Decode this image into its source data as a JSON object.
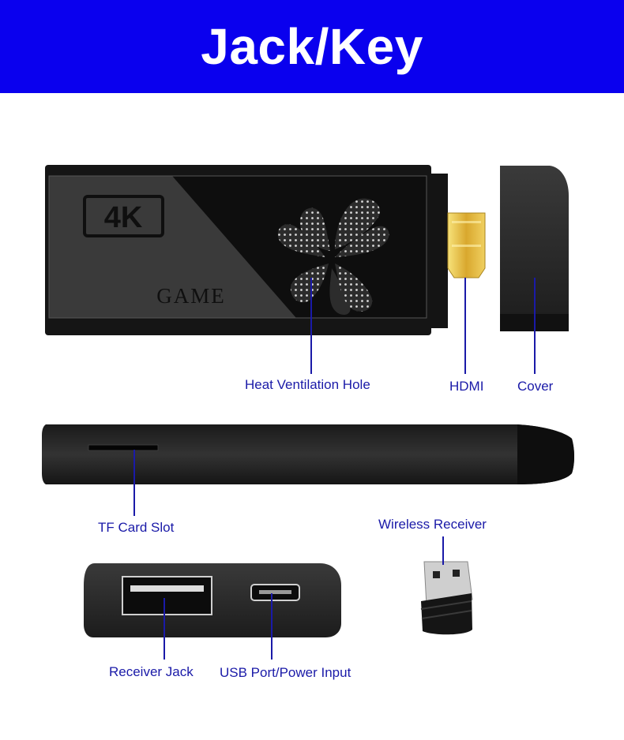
{
  "header": {
    "title": "Jack/Key"
  },
  "device_top": {
    "badge": "4K",
    "brand": "GAME"
  },
  "labels": {
    "heat_ventilation": "Heat Ventilation Hole",
    "hdmi": "HDMI",
    "cover": "Cover",
    "tf_card": "TF Card Slot",
    "wireless_receiver": "Wireless Receiver",
    "receiver_jack": "Receiver Jack",
    "usb_port": "USB Port/Power Input"
  },
  "colors": {
    "banner": "#0a00ee",
    "label_text": "#1a1aa8",
    "leader_line": "#1a1aa8",
    "device_body": "#2b2b2b",
    "hdmi_gold": "#d9b23a"
  }
}
